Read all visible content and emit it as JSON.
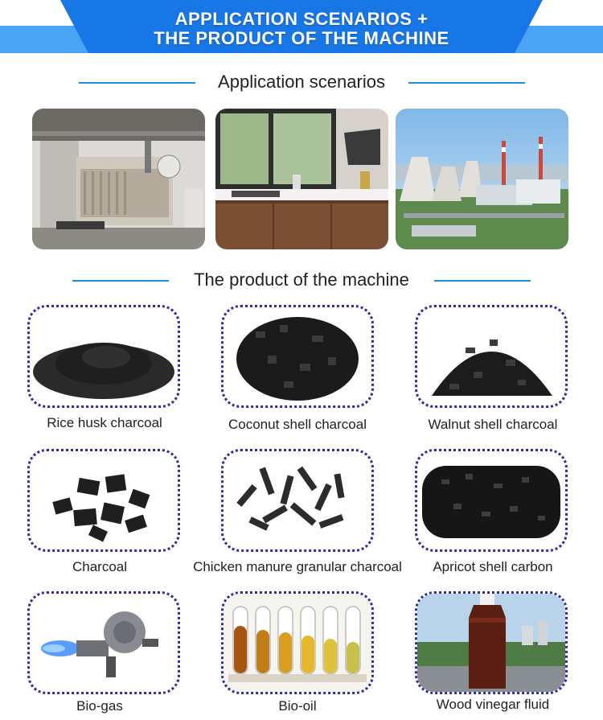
{
  "banner": {
    "line1": "APPLICATION SCENARIOS +",
    "line2": "THE PRODUCT OF THE MACHINE",
    "color_main": "#1877e6",
    "color_light": "#4aa3f5"
  },
  "sections": {
    "scenarios_title": "Application scenarios",
    "products_title": "The product of the machine",
    "line_color": "#1e8fd6"
  },
  "scenarios": [
    {
      "name": "industrial-boiler-photo"
    },
    {
      "name": "kitchen-photo"
    },
    {
      "name": "power-plant-photo"
    }
  ],
  "products": [
    {
      "label": "Rice husk charcoal"
    },
    {
      "label": "Coconut shell charcoal"
    },
    {
      "label": "Walnut shell charcoal"
    },
    {
      "label": "Charcoal"
    },
    {
      "label": "Chicken manure granular charcoal"
    },
    {
      "label": "Apricot shell carbon"
    },
    {
      "label": "Bio-gas"
    },
    {
      "label": "Bio-oil"
    },
    {
      "label": "Wood vinegar fluid"
    }
  ],
  "frame_color": "#2f2aa6"
}
